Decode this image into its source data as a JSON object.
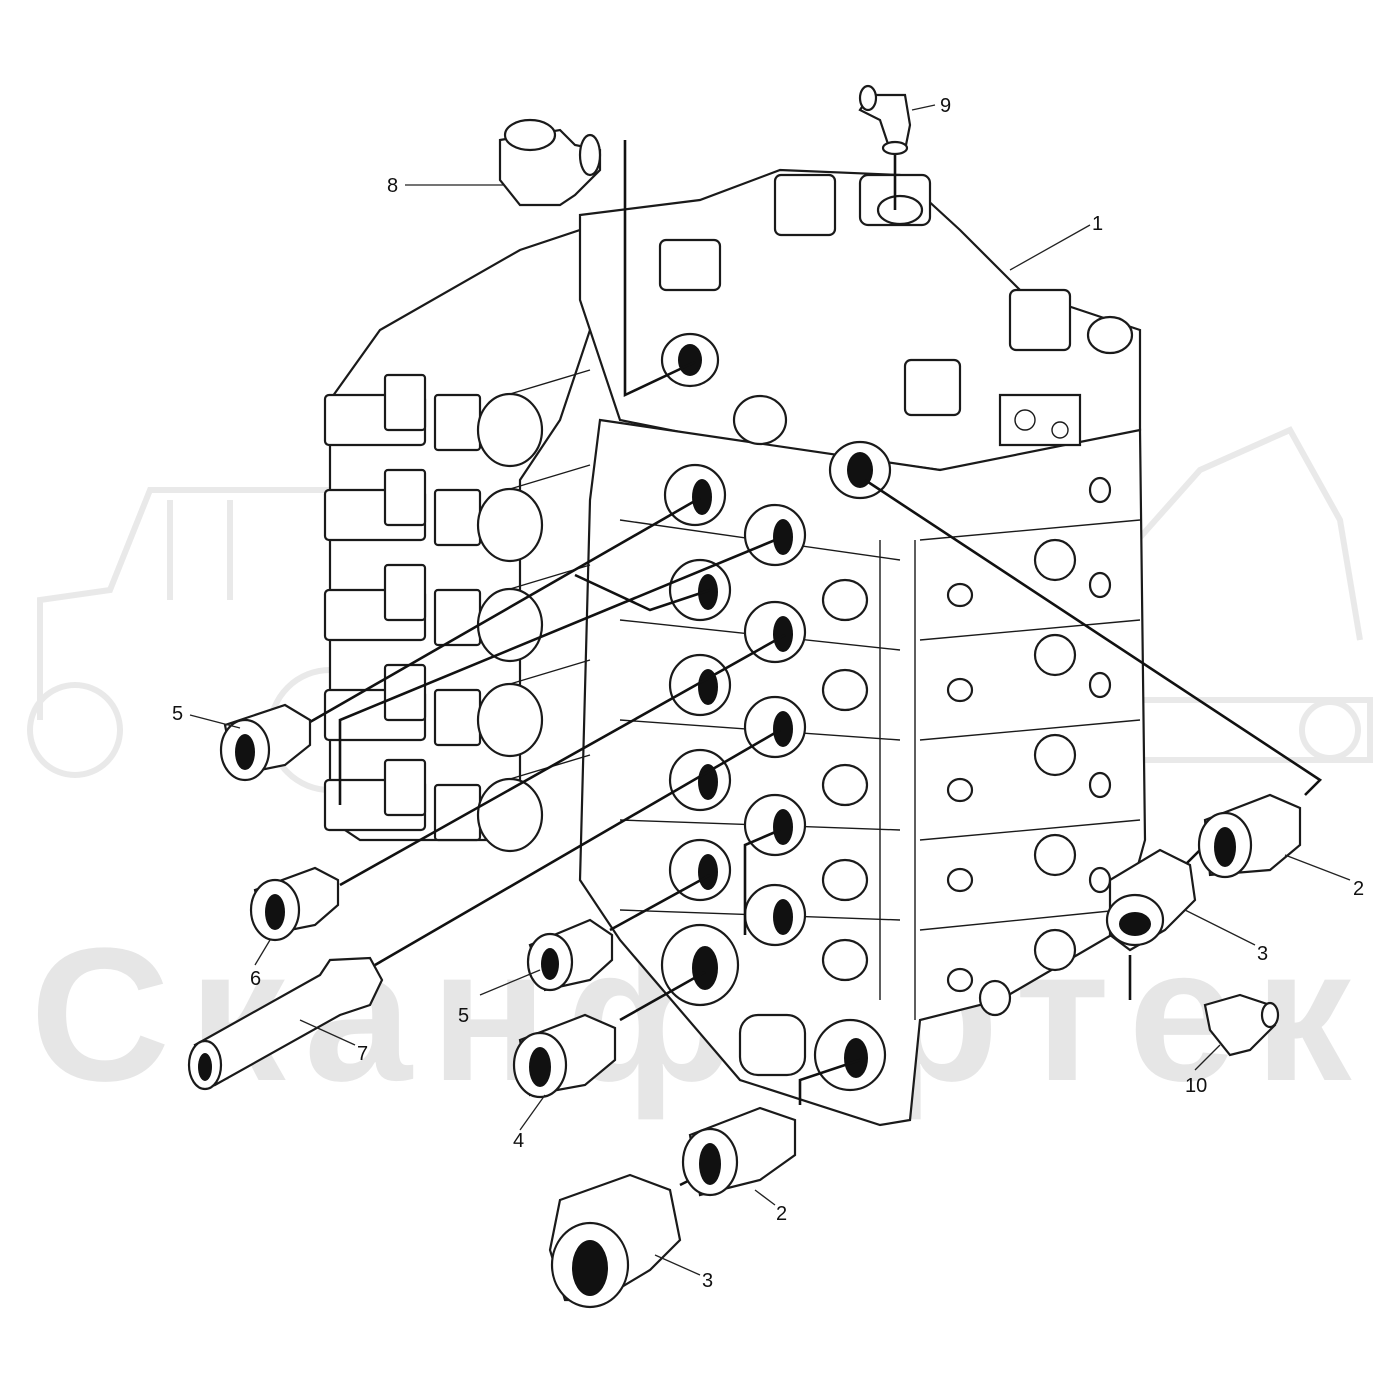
{
  "watermark": {
    "text": "Сканфартек"
  },
  "callouts": [
    {
      "id": "1",
      "label": "1"
    },
    {
      "id": "2a",
      "label": "2"
    },
    {
      "id": "2b",
      "label": "2"
    },
    {
      "id": "3a",
      "label": "3"
    },
    {
      "id": "3b",
      "label": "3"
    },
    {
      "id": "4",
      "label": "4"
    },
    {
      "id": "5a",
      "label": "5"
    },
    {
      "id": "5b",
      "label": "5"
    },
    {
      "id": "6",
      "label": "6"
    },
    {
      "id": "7",
      "label": "7"
    },
    {
      "id": "8",
      "label": "8"
    },
    {
      "id": "9",
      "label": "9"
    },
    {
      "id": "10",
      "label": "10"
    }
  ]
}
